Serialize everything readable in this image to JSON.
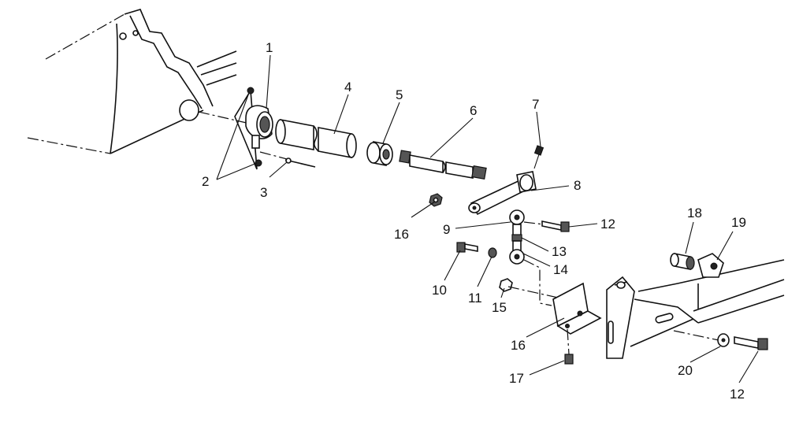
{
  "diagram": {
    "labels": {
      "p1": "1",
      "p2": "2",
      "p3": "3",
      "p4": "4",
      "p5": "5",
      "p6": "6",
      "p7": "7",
      "p8": "8",
      "p9": "9",
      "p10": "10",
      "p11": "11",
      "p12a": "12",
      "p12b": "12",
      "p13": "13",
      "p14": "14",
      "p15": "15",
      "p16a": "16",
      "p16b": "16",
      "p17": "17",
      "p18": "18",
      "p19": "19",
      "p20": "20"
    }
  }
}
